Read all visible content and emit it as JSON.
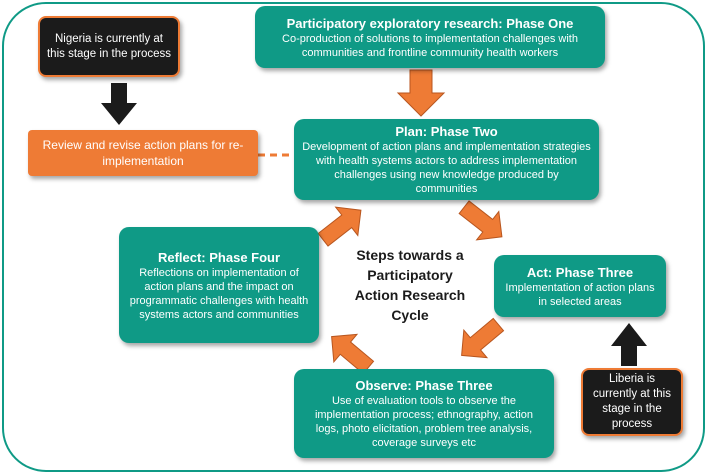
{
  "phase_one": {
    "title": "Participatory exploratory research: Phase One",
    "body": "Co-production of solutions to implementation challenges with communities and frontline community  health workers"
  },
  "phase_two": {
    "title": "Plan: Phase Two",
    "body": "Development of action plans and implementation strategies with health systems actors to address implementation challenges using new knowledge produced by communities"
  },
  "act": {
    "title": "Act: Phase Three",
    "body": "Implementation of action plans in selected areas"
  },
  "observe": {
    "title": "Observe: Phase Three",
    "body": "Use of evaluation tools to observe the implementation process; ethnography, action logs, photo elicitation, problem tree analysis, coverage surveys etc"
  },
  "reflect": {
    "title": "Reflect: Phase Four",
    "body": "Reflections on implementation of action plans and the impact on programmatic challenges with health systems actors and communities"
  },
  "review": {
    "text": "Review and revise action plans for re-implementation"
  },
  "nigeria_note": {
    "text": "Nigeria is currently at this stage in the process"
  },
  "liberia_note": {
    "text": "Liberia is currently at this stage in the process"
  },
  "center": {
    "text": "Steps towards a Participatory Action Research Cycle"
  },
  "colors": {
    "teal": "#0f9a86",
    "orange": "#ee7b35",
    "black": "#1b1b1b"
  }
}
